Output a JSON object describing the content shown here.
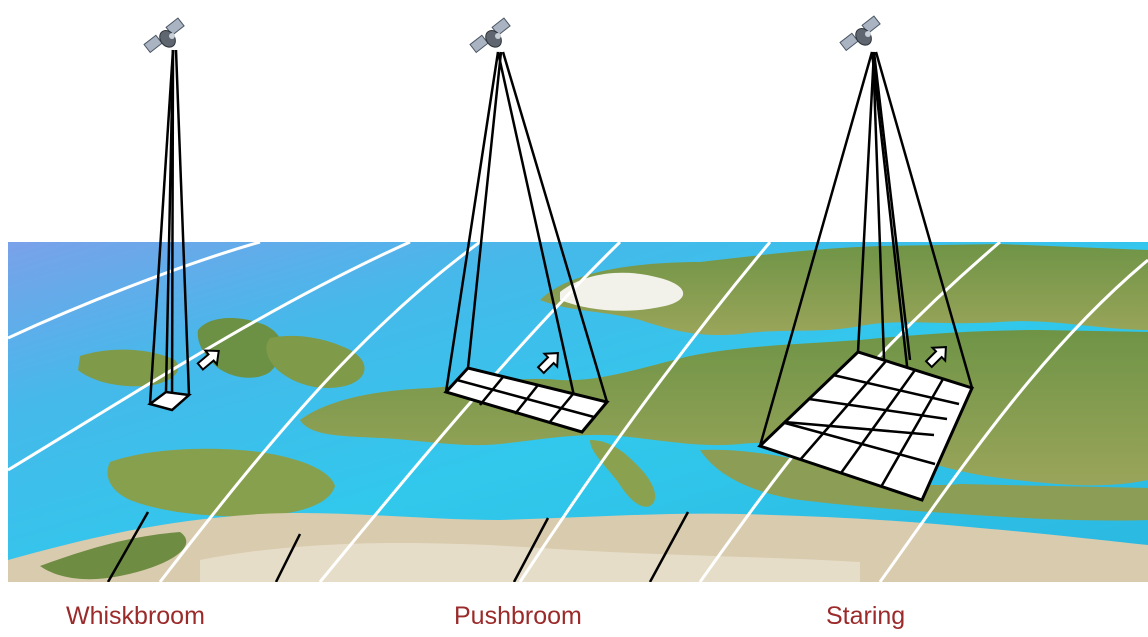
{
  "colors": {
    "caption": "#9b2a2a",
    "ocean": "#2fc6ea",
    "land": "#7f9a48",
    "snow": "#f2f1ea",
    "desert": "#d8cbb0",
    "footprint": "#ffffff",
    "line": "#000000"
  },
  "icons": [
    "satellite-icon",
    "scan-direction-arrow-icon"
  ],
  "panels": [
    {
      "caption": "Whiskbroom"
    },
    {
      "caption": "Pushbroom"
    },
    {
      "caption": "Staring"
    }
  ]
}
